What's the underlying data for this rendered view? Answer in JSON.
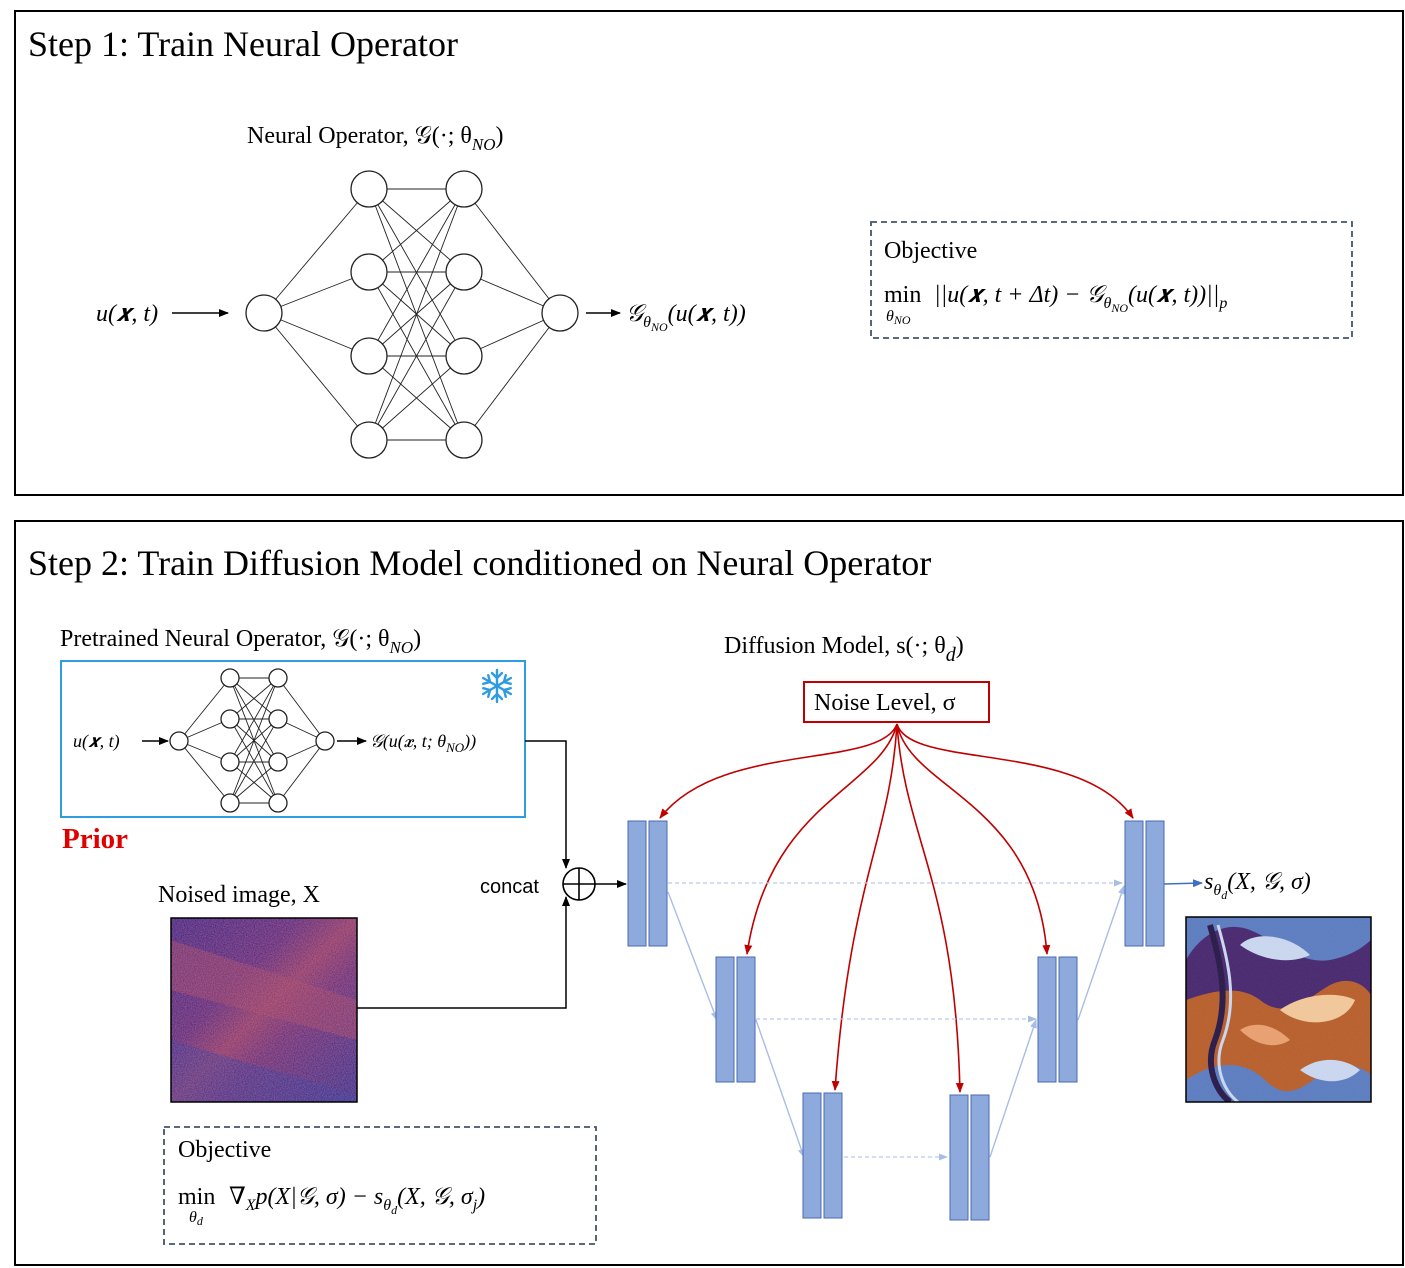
{
  "step1": {
    "title": "Step 1: Train Neural Operator",
    "network_label": "Neural Operator, 𝒢(·; θ",
    "network_label_sub": "NO",
    "network_label_end": ")",
    "input": "u(𝒙, t)",
    "output": "𝒢",
    "output_sub": "θ",
    "output_subsub": "NO",
    "output_end": "(u(𝒙, t))",
    "objective": {
      "title": "Objective",
      "min": "min",
      "min_sub": "θ",
      "min_subsub": "NO",
      "expr": "||u(𝒙, t + Δt) − 𝒢",
      "expr_sub": "θ",
      "expr_subsub": "NO",
      "expr_end": "(u(𝒙, t))||",
      "expr_norm": "p"
    }
  },
  "step2": {
    "title": "Step 2: Train Diffusion Model conditioned on Neural Operator",
    "pretrained_label": "Pretrained Neural Operator, 𝒢(·; θ",
    "pretrained_label_sub": "NO",
    "pretrained_label_end": ")",
    "frozen_icon": "snowflake-icon",
    "prior_input": "u(𝒙, t)",
    "prior_output": "𝒢(u(𝒙, t; θ",
    "prior_output_sub": "NO",
    "prior_output_end": "))",
    "prior_label": "Prior",
    "noised_label": "Noised image, X",
    "concat_label": "concat",
    "diffusion_label": "Diffusion Model, s(·; θ",
    "diffusion_label_sub": "d",
    "diffusion_label_end": ")",
    "noise_label": "Noise Level, σ",
    "output": "s",
    "output_sub": "θ",
    "output_subsub": "d",
    "output_end": "(X, 𝒢, σ)",
    "objective": {
      "title": "Objective",
      "min": "min",
      "min_sub": "θ",
      "min_subsub": "d",
      "expr": "∇",
      "expr_sub": "X",
      "expr_mid": "p(X|𝒢, σ) − s",
      "expr_sub2": "θ",
      "expr_subsub2": "d",
      "expr_end": "(X, 𝒢, σ",
      "expr_j": "j",
      "expr_close": ")"
    }
  },
  "colors": {
    "prior_red": "#e00000",
    "noise_red": "#c00000",
    "block_blue": "#8ea9db",
    "prior_box_blue": "#2f9be0",
    "dashed_navy": "#44546a"
  }
}
